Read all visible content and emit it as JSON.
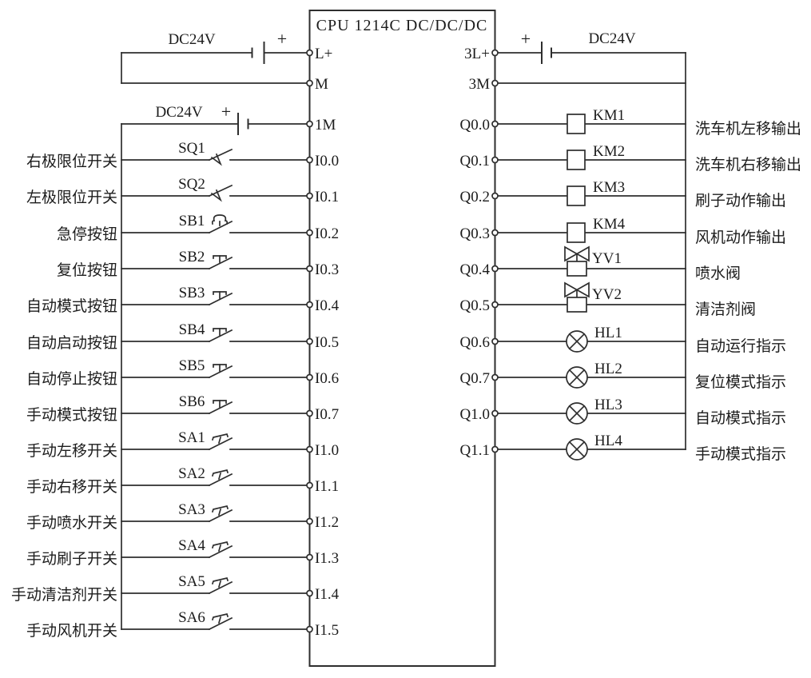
{
  "cpu": {
    "title": "CPU 1214C DC/DC/DC",
    "left_terminals": [
      "L+",
      "M",
      "1M",
      "I0.0",
      "I0.1",
      "I0.2",
      "I0.3",
      "I0.4",
      "I0.5",
      "I0.6",
      "I0.7",
      "I1.0",
      "I1.1",
      "I1.2",
      "I1.3",
      "I1.4",
      "I1.5"
    ],
    "right_terminals": [
      "3L+",
      "3M",
      "Q0.0",
      "Q0.1",
      "Q0.2",
      "Q0.3",
      "Q0.4",
      "Q0.5",
      "Q0.6",
      "Q0.7",
      "Q1.0",
      "Q1.1"
    ]
  },
  "power": {
    "left_top": {
      "label": "DC24V",
      "plus": "+"
    },
    "left_mid": {
      "label": "DC24V",
      "plus": "+"
    },
    "right_top": {
      "label": "DC24V",
      "plus": "+"
    }
  },
  "inputs": [
    {
      "id": "SQ1",
      "label": "右极限位开关",
      "terminal": "I0.0",
      "symbol": "limit-switch"
    },
    {
      "id": "SQ2",
      "label": "左极限位开关",
      "terminal": "I0.1",
      "symbol": "limit-switch"
    },
    {
      "id": "SB1",
      "label": "急停按钮",
      "terminal": "I0.2",
      "symbol": "estop-button"
    },
    {
      "id": "SB2",
      "label": "复位按钮",
      "terminal": "I0.3",
      "symbol": "push-button"
    },
    {
      "id": "SB3",
      "label": "自动模式按钮",
      "terminal": "I0.4",
      "symbol": "push-button"
    },
    {
      "id": "SB4",
      "label": "自动启动按钮",
      "terminal": "I0.5",
      "symbol": "push-button"
    },
    {
      "id": "SB5",
      "label": "自动停止按钮",
      "terminal": "I0.6",
      "symbol": "push-button"
    },
    {
      "id": "SB6",
      "label": "手动模式按钮",
      "terminal": "I0.7",
      "symbol": "push-button"
    },
    {
      "id": "SA1",
      "label": "手动左移开关",
      "terminal": "I1.0",
      "symbol": "selector-switch"
    },
    {
      "id": "SA2",
      "label": "手动右移开关",
      "terminal": "I1.1",
      "symbol": "selector-switch"
    },
    {
      "id": "SA3",
      "label": "手动喷水开关",
      "terminal": "I1.2",
      "symbol": "selector-switch"
    },
    {
      "id": "SA4",
      "label": "手动刷子开关",
      "terminal": "I1.3",
      "symbol": "selector-switch"
    },
    {
      "id": "SA5",
      "label": "手动清洁剂开关",
      "terminal": "I1.4",
      "symbol": "selector-switch"
    },
    {
      "id": "SA6",
      "label": "手动风机开关",
      "terminal": "I1.5",
      "symbol": "selector-switch"
    }
  ],
  "outputs": [
    {
      "id": "KM1",
      "label": "洗车机左移输出",
      "terminal": "Q0.0",
      "symbol": "contactor-coil"
    },
    {
      "id": "KM2",
      "label": "洗车机右移输出",
      "terminal": "Q0.1",
      "symbol": "contactor-coil"
    },
    {
      "id": "KM3",
      "label": "刷子动作输出",
      "terminal": "Q0.2",
      "symbol": "contactor-coil"
    },
    {
      "id": "KM4",
      "label": "风机动作输出",
      "terminal": "Q0.3",
      "symbol": "contactor-coil"
    },
    {
      "id": "YV1",
      "label": "喷水阀",
      "terminal": "Q0.4",
      "symbol": "solenoid-valve"
    },
    {
      "id": "YV2",
      "label": "清洁剂阀",
      "terminal": "Q0.5",
      "symbol": "solenoid-valve"
    },
    {
      "id": "HL1",
      "label": "自动运行指示",
      "terminal": "Q0.6",
      "symbol": "indicator-lamp"
    },
    {
      "id": "HL2",
      "label": "复位模式指示",
      "terminal": "Q0.7",
      "symbol": "indicator-lamp"
    },
    {
      "id": "HL3",
      "label": "自动模式指示",
      "terminal": "Q1.0",
      "symbol": "indicator-lamp"
    },
    {
      "id": "HL4",
      "label": "手动模式指示",
      "terminal": "Q1.1",
      "symbol": "indicator-lamp"
    }
  ],
  "colors": {
    "line": "#2e2e2e",
    "text": "#1c1c1c",
    "background": "#ffffff"
  }
}
